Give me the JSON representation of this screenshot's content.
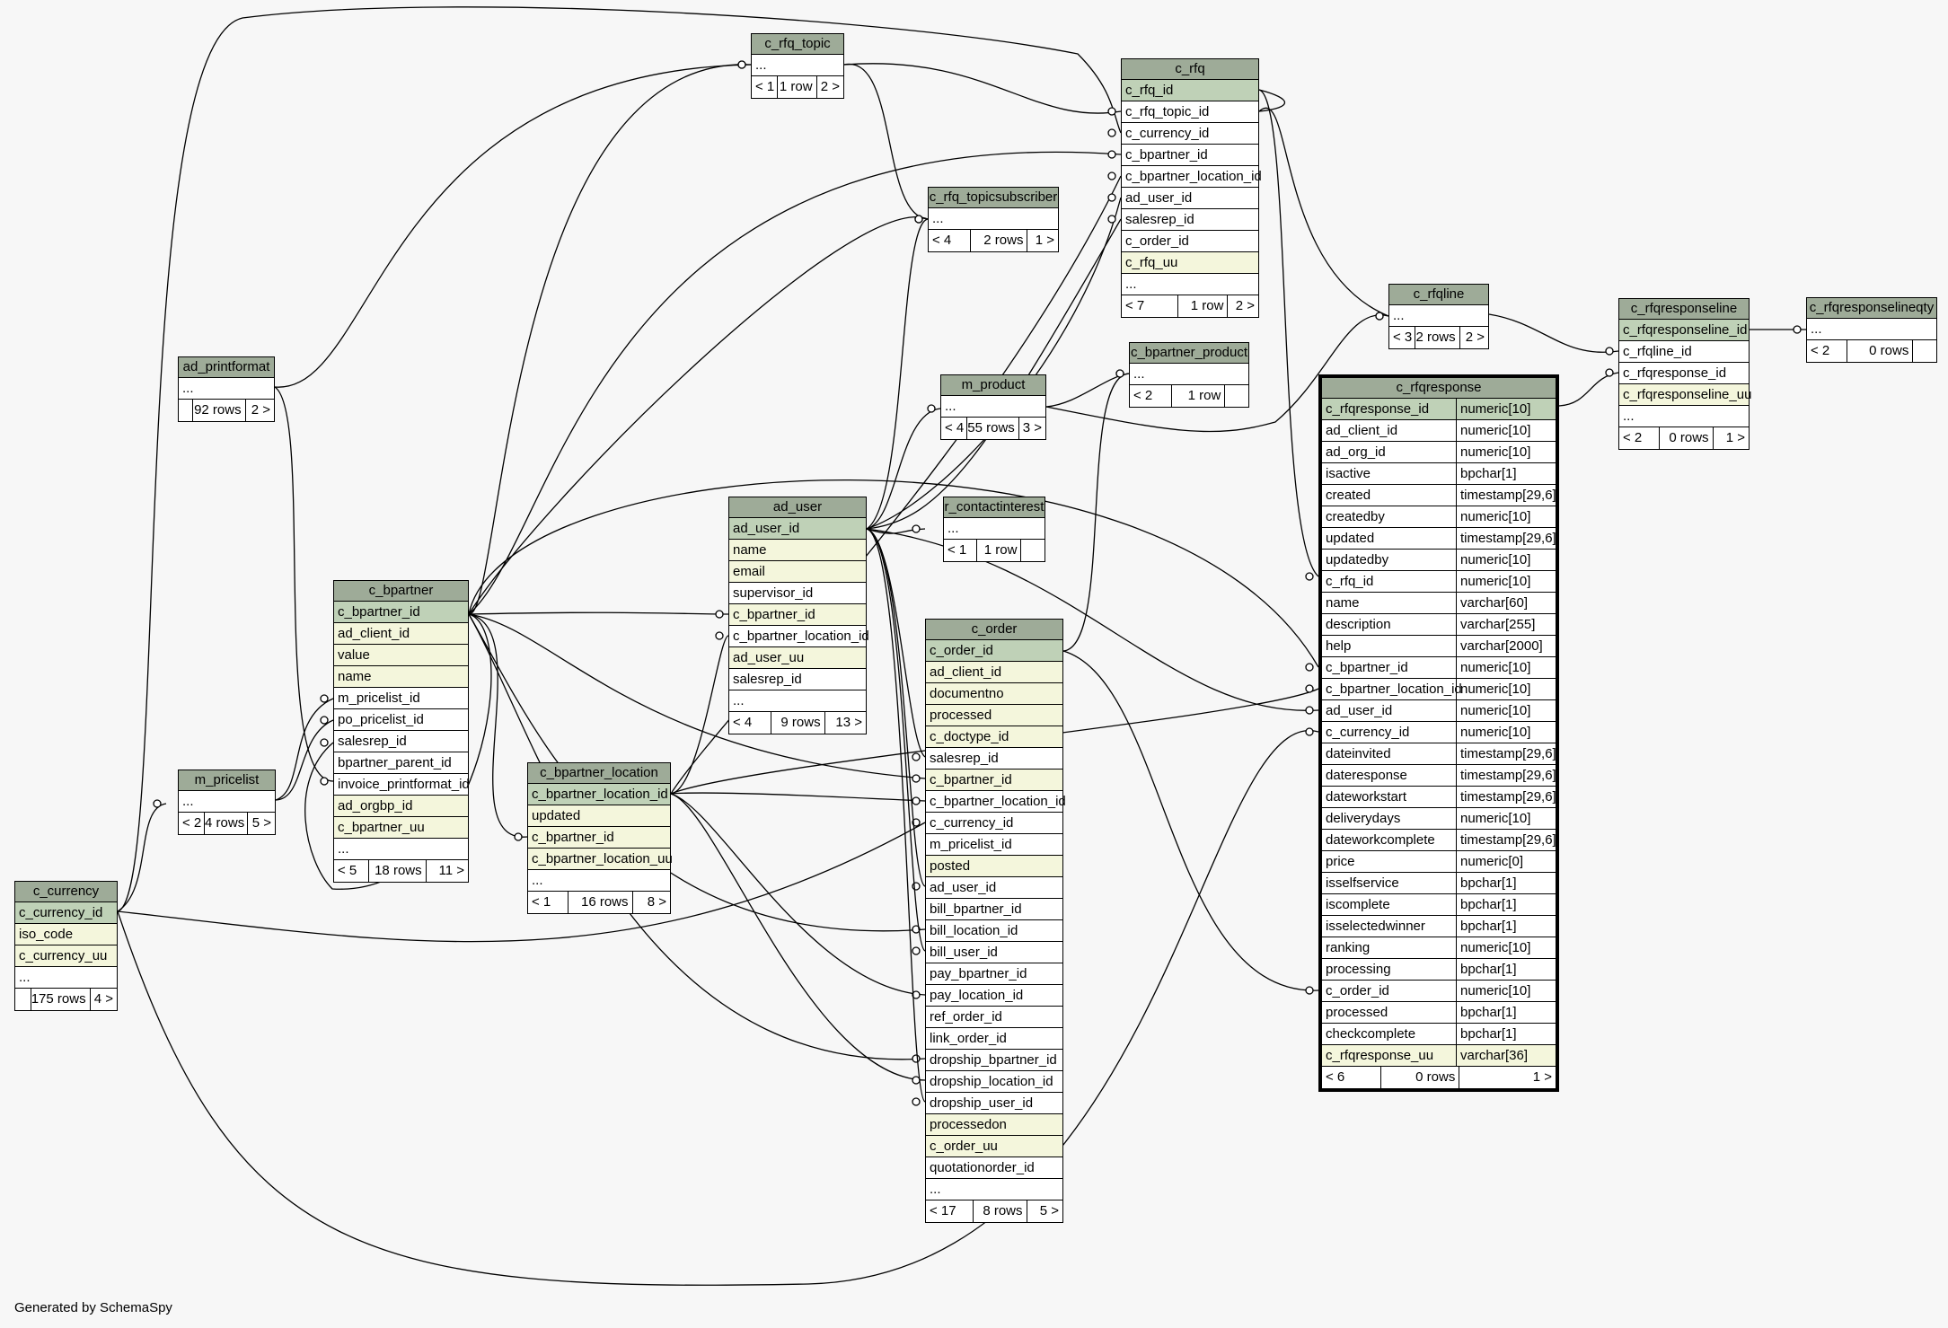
{
  "footer_text": "Generated by SchemaSpy",
  "colors": {
    "background": "#f7f7f7",
    "header": "#9eab98",
    "primary_key": "#bfd1b7",
    "indexed": "#f4f6dc",
    "line": "#000000"
  },
  "tables": {
    "c_rfq_topic": {
      "name": "c_rfq_topic",
      "rows": [
        {
          "c": "...",
          "k": "plain"
        }
      ],
      "footer": [
        "< 1",
        "1 row",
        "2 >"
      ]
    },
    "c_rfq": {
      "name": "c_rfq",
      "rows": [
        {
          "c": "c_rfq_id",
          "k": "pk"
        },
        {
          "c": "c_rfq_topic_id",
          "k": "plain"
        },
        {
          "c": "c_currency_id",
          "k": "plain"
        },
        {
          "c": "c_bpartner_id",
          "k": "plain"
        },
        {
          "c": "c_bpartner_location_id",
          "k": "plain"
        },
        {
          "c": "ad_user_id",
          "k": "plain"
        },
        {
          "c": "salesrep_id",
          "k": "plain"
        },
        {
          "c": "c_order_id",
          "k": "plain"
        },
        {
          "c": "c_rfq_uu",
          "k": "ix"
        },
        {
          "c": "...",
          "k": "plain"
        }
      ],
      "footer": [
        "< 7",
        "1 row",
        "2 >"
      ]
    },
    "c_rfq_topicsubscriber": {
      "name": "c_rfq_topicsubscriber",
      "rows": [
        {
          "c": "...",
          "k": "plain"
        }
      ],
      "footer": [
        "< 4",
        "2 rows",
        "1 >"
      ]
    },
    "ad_printformat": {
      "name": "ad_printformat",
      "rows": [
        {
          "c": "...",
          "k": "plain"
        }
      ],
      "footer": [
        "",
        "92 rows",
        "2 >"
      ]
    },
    "c_rfqline": {
      "name": "c_rfqline",
      "rows": [
        {
          "c": "...",
          "k": "plain"
        }
      ],
      "footer": [
        "< 3",
        "2 rows",
        "2 >"
      ]
    },
    "c_rfqresponseline": {
      "name": "c_rfqresponseline",
      "rows": [
        {
          "c": "c_rfqresponseline_id",
          "k": "pk"
        },
        {
          "c": "c_rfqline_id",
          "k": "plain"
        },
        {
          "c": "c_rfqresponse_id",
          "k": "plain"
        },
        {
          "c": "c_rfqresponseline_uu",
          "k": "ix"
        },
        {
          "c": "...",
          "k": "plain"
        }
      ],
      "footer": [
        "< 2",
        "0 rows",
        "1 >"
      ]
    },
    "c_rfqresponselineqty": {
      "name": "c_rfqresponselineqty",
      "rows": [
        {
          "c": "...",
          "k": "plain"
        }
      ],
      "footer": [
        "< 2",
        "0 rows",
        ""
      ]
    },
    "c_bpartner_product": {
      "name": "c_bpartner_product",
      "rows": [
        {
          "c": "...",
          "k": "plain"
        }
      ],
      "footer": [
        "< 2",
        "1 row",
        ""
      ]
    },
    "m_product": {
      "name": "m_product",
      "rows": [
        {
          "c": "...",
          "k": "plain"
        }
      ],
      "footer": [
        "< 4",
        "55 rows",
        "3 >"
      ]
    },
    "c_rfqresponse": {
      "name": "c_rfqresponse",
      "rows": [
        {
          "c": "c_rfqresponse_id",
          "t": "numeric[10]",
          "k": "pk"
        },
        {
          "c": "ad_client_id",
          "t": "numeric[10]",
          "k": "plain"
        },
        {
          "c": "ad_org_id",
          "t": "numeric[10]",
          "k": "plain"
        },
        {
          "c": "isactive",
          "t": "bpchar[1]",
          "k": "plain"
        },
        {
          "c": "created",
          "t": "timestamp[29,6]",
          "k": "plain"
        },
        {
          "c": "createdby",
          "t": "numeric[10]",
          "k": "plain"
        },
        {
          "c": "updated",
          "t": "timestamp[29,6]",
          "k": "plain"
        },
        {
          "c": "updatedby",
          "t": "numeric[10]",
          "k": "plain"
        },
        {
          "c": "c_rfq_id",
          "t": "numeric[10]",
          "k": "plain"
        },
        {
          "c": "name",
          "t": "varchar[60]",
          "k": "plain"
        },
        {
          "c": "description",
          "t": "varchar[255]",
          "k": "plain"
        },
        {
          "c": "help",
          "t": "varchar[2000]",
          "k": "plain"
        },
        {
          "c": "c_bpartner_id",
          "t": "numeric[10]",
          "k": "plain"
        },
        {
          "c": "c_bpartner_location_id",
          "t": "numeric[10]",
          "k": "plain"
        },
        {
          "c": "ad_user_id",
          "t": "numeric[10]",
          "k": "plain"
        },
        {
          "c": "c_currency_id",
          "t": "numeric[10]",
          "k": "plain"
        },
        {
          "c": "dateinvited",
          "t": "timestamp[29,6]",
          "k": "plain"
        },
        {
          "c": "dateresponse",
          "t": "timestamp[29,6]",
          "k": "plain"
        },
        {
          "c": "dateworkstart",
          "t": "timestamp[29,6]",
          "k": "plain"
        },
        {
          "c": "deliverydays",
          "t": "numeric[10]",
          "k": "plain"
        },
        {
          "c": "dateworkcomplete",
          "t": "timestamp[29,6]",
          "k": "plain"
        },
        {
          "c": "price",
          "t": "numeric[0]",
          "k": "plain"
        },
        {
          "c": "isselfservice",
          "t": "bpchar[1]",
          "k": "plain"
        },
        {
          "c": "iscomplete",
          "t": "bpchar[1]",
          "k": "plain"
        },
        {
          "c": "isselectedwinner",
          "t": "bpchar[1]",
          "k": "plain"
        },
        {
          "c": "ranking",
          "t": "numeric[10]",
          "k": "plain"
        },
        {
          "c": "processing",
          "t": "bpchar[1]",
          "k": "plain"
        },
        {
          "c": "c_order_id",
          "t": "numeric[10]",
          "k": "plain"
        },
        {
          "c": "processed",
          "t": "bpchar[1]",
          "k": "plain"
        },
        {
          "c": "checkcomplete",
          "t": "bpchar[1]",
          "k": "plain"
        },
        {
          "c": "c_rfqresponse_uu",
          "t": "varchar[36]",
          "k": "ix"
        }
      ],
      "footer": [
        "< 6",
        "0 rows",
        "1 >"
      ]
    },
    "r_contactinterest": {
      "name": "r_contactinterest",
      "rows": [
        {
          "c": "...",
          "k": "plain"
        }
      ],
      "footer": [
        "< 1",
        "1 row",
        ""
      ]
    },
    "ad_user": {
      "name": "ad_user",
      "rows": [
        {
          "c": "ad_user_id",
          "k": "pk"
        },
        {
          "c": "name",
          "k": "ix"
        },
        {
          "c": "email",
          "k": "ix"
        },
        {
          "c": "supervisor_id",
          "k": "plain"
        },
        {
          "c": "c_bpartner_id",
          "k": "ix"
        },
        {
          "c": "c_bpartner_location_id",
          "k": "plain"
        },
        {
          "c": "ad_user_uu",
          "k": "ix"
        },
        {
          "c": "salesrep_id",
          "k": "plain"
        },
        {
          "c": "...",
          "k": "plain"
        }
      ],
      "footer": [
        "< 4",
        "9 rows",
        "13 >"
      ]
    },
    "c_bpartner": {
      "name": "c_bpartner",
      "rows": [
        {
          "c": "c_bpartner_id",
          "k": "pk"
        },
        {
          "c": "ad_client_id",
          "k": "ix"
        },
        {
          "c": "value",
          "k": "ix"
        },
        {
          "c": "name",
          "k": "ix"
        },
        {
          "c": "m_pricelist_id",
          "k": "plain"
        },
        {
          "c": "po_pricelist_id",
          "k": "plain"
        },
        {
          "c": "salesrep_id",
          "k": "plain"
        },
        {
          "c": "bpartner_parent_id",
          "k": "plain"
        },
        {
          "c": "invoice_printformat_id",
          "k": "plain"
        },
        {
          "c": "ad_orgbp_id",
          "k": "ix"
        },
        {
          "c": "c_bpartner_uu",
          "k": "ix"
        },
        {
          "c": "...",
          "k": "plain"
        }
      ],
      "footer": [
        "< 5",
        "18 rows",
        "11 >"
      ]
    },
    "c_order": {
      "name": "c_order",
      "rows": [
        {
          "c": "c_order_id",
          "k": "pk"
        },
        {
          "c": "ad_client_id",
          "k": "ix"
        },
        {
          "c": "documentno",
          "k": "ix"
        },
        {
          "c": "processed",
          "k": "ix"
        },
        {
          "c": "c_doctype_id",
          "k": "ix"
        },
        {
          "c": "salesrep_id",
          "k": "plain"
        },
        {
          "c": "c_bpartner_id",
          "k": "ix"
        },
        {
          "c": "c_bpartner_location_id",
          "k": "plain"
        },
        {
          "c": "c_currency_id",
          "k": "plain"
        },
        {
          "c": "m_pricelist_id",
          "k": "plain"
        },
        {
          "c": "posted",
          "k": "ix"
        },
        {
          "c": "ad_user_id",
          "k": "plain"
        },
        {
          "c": "bill_bpartner_id",
          "k": "plain"
        },
        {
          "c": "bill_location_id",
          "k": "plain"
        },
        {
          "c": "bill_user_id",
          "k": "plain"
        },
        {
          "c": "pay_bpartner_id",
          "k": "plain"
        },
        {
          "c": "pay_location_id",
          "k": "plain"
        },
        {
          "c": "ref_order_id",
          "k": "plain"
        },
        {
          "c": "link_order_id",
          "k": "plain"
        },
        {
          "c": "dropship_bpartner_id",
          "k": "plain"
        },
        {
          "c": "dropship_location_id",
          "k": "plain"
        },
        {
          "c": "dropship_user_id",
          "k": "plain"
        },
        {
          "c": "processedon",
          "k": "ix"
        },
        {
          "c": "c_order_uu",
          "k": "ix"
        },
        {
          "c": "quotationorder_id",
          "k": "plain"
        },
        {
          "c": "...",
          "k": "plain"
        }
      ],
      "footer": [
        "< 17",
        "8 rows",
        "5 >"
      ]
    },
    "m_pricelist": {
      "name": "m_pricelist",
      "rows": [
        {
          "c": "...",
          "k": "plain"
        }
      ],
      "footer": [
        "< 2",
        "4 rows",
        "5 >"
      ]
    },
    "c_bpartner_location": {
      "name": "c_bpartner_location",
      "rows": [
        {
          "c": "c_bpartner_location_id",
          "k": "pk"
        },
        {
          "c": "updated",
          "k": "ix"
        },
        {
          "c": "c_bpartner_id",
          "k": "ix"
        },
        {
          "c": "c_bpartner_location_uu",
          "k": "ix"
        },
        {
          "c": "...",
          "k": "plain"
        }
      ],
      "footer": [
        "< 1",
        "16 rows",
        "8 >"
      ]
    },
    "c_currency": {
      "name": "c_currency",
      "rows": [
        {
          "c": "c_currency_id",
          "k": "pk"
        },
        {
          "c": "iso_code",
          "k": "ix"
        },
        {
          "c": "c_currency_uu",
          "k": "ix"
        },
        {
          "c": "...",
          "k": "plain"
        }
      ],
      "footer": [
        "",
        "175 rows",
        "4 >"
      ]
    }
  }
}
